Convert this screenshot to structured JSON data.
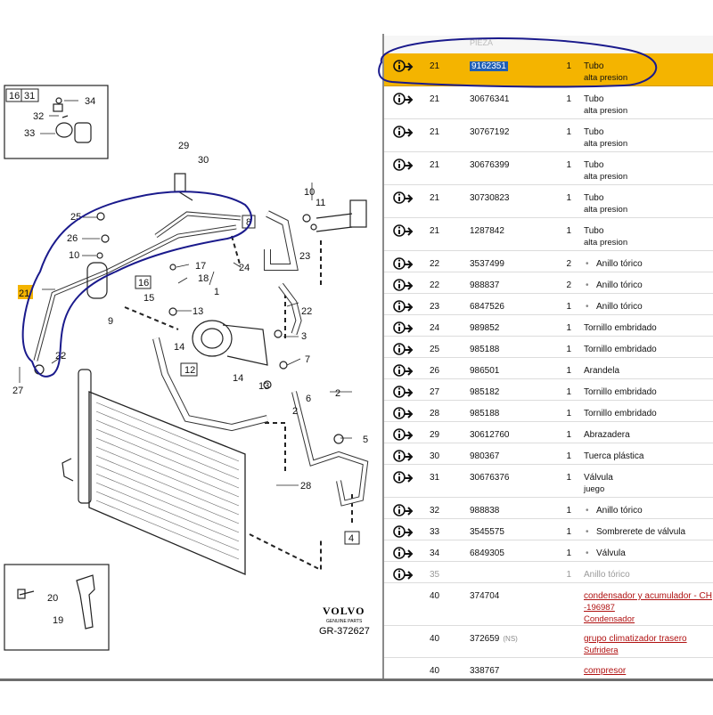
{
  "diagram": {
    "callouts": [
      "1",
      "2",
      "2",
      "3",
      "4",
      "5",
      "6",
      "7",
      "8",
      "9",
      "10",
      "10",
      "11",
      "12",
      "13",
      "13",
      "14",
      "14",
      "15",
      "16",
      "16",
      "17",
      "18",
      "19",
      "20",
      "21",
      "22",
      "22",
      "23",
      "24",
      "25",
      "26",
      "27",
      "28",
      "29",
      "30",
      "31",
      "32",
      "33",
      "34"
    ],
    "brand": "VOLVO",
    "brand_sub": "GENUINE PARTS",
    "ref_code": "GR-372627"
  },
  "parts_header": "PIEZA",
  "rows": [
    {
      "ref": "21",
      "part": "9162351",
      "qty": "1",
      "desc": "Tubo",
      "sub": "alta presion",
      "selected": true,
      "highlight_part": true
    },
    {
      "ref": "21",
      "part": "30676341",
      "qty": "1",
      "desc": "Tubo",
      "sub": "alta presion"
    },
    {
      "ref": "21",
      "part": "30767192",
      "qty": "1",
      "desc": "Tubo",
      "sub": "alta presion"
    },
    {
      "ref": "21",
      "part": "30676399",
      "qty": "1",
      "desc": "Tubo",
      "sub": "alta presion"
    },
    {
      "ref": "21",
      "part": "30730823",
      "qty": "1",
      "desc": "Tubo",
      "sub": "alta presion"
    },
    {
      "ref": "21",
      "part": "1287842",
      "qty": "1",
      "desc": "Tubo",
      "sub": "alta presion"
    },
    {
      "ref": "22",
      "part": "3537499",
      "qty": "2",
      "desc": "Anillo tórico",
      "indent": true
    },
    {
      "ref": "22",
      "part": "988837",
      "qty": "2",
      "desc": "Anillo tórico",
      "indent": true
    },
    {
      "ref": "23",
      "part": "6847526",
      "qty": "1",
      "desc": "Anillo tórico",
      "indent": true
    },
    {
      "ref": "24",
      "part": "989852",
      "qty": "1",
      "desc": "Tornillo embridado"
    },
    {
      "ref": "25",
      "part": "985188",
      "qty": "1",
      "desc": "Tornillo embridado"
    },
    {
      "ref": "26",
      "part": "986501",
      "qty": "1",
      "desc": "Arandela"
    },
    {
      "ref": "27",
      "part": "985182",
      "qty": "1",
      "desc": "Tornillo embridado"
    },
    {
      "ref": "28",
      "part": "985188",
      "qty": "1",
      "desc": "Tornillo embridado"
    },
    {
      "ref": "29",
      "part": "30612760",
      "qty": "1",
      "desc": "Abrazadera"
    },
    {
      "ref": "30",
      "part": "980367",
      "qty": "1",
      "desc": "Tuerca plástica"
    },
    {
      "ref": "31",
      "part": "30676376",
      "qty": "1",
      "desc": "Válvula",
      "sub": "juego"
    },
    {
      "ref": "32",
      "part": "988838",
      "qty": "1",
      "desc": "Anillo tórico",
      "indent": true
    },
    {
      "ref": "33",
      "part": "3545575",
      "qty": "1",
      "desc": "Sombrerete de válvula",
      "indent": true
    },
    {
      "ref": "34",
      "part": "6849305",
      "qty": "1",
      "desc": "Válvula",
      "indent": true
    },
    {
      "ref": "35",
      "part": "",
      "qty": "1",
      "desc": "Anillo tórico",
      "grey": true
    },
    {
      "ref": "40",
      "part": "374704",
      "qty": "",
      "desc": "condensador y acumulador - CH",
      "sub": "-196987",
      "sub2": "Condensador",
      "link": true,
      "noicon": true
    },
    {
      "ref": "40",
      "part": "372659",
      "ns": "(NS)",
      "qty": "",
      "desc": "grupo climatizador trasero",
      "sub": "Sufridera",
      "link": true,
      "noicon": true
    },
    {
      "ref": "40",
      "part": "338767",
      "qty": "",
      "desc": "compresor",
      "link": true,
      "noicon": true
    }
  ],
  "colors": {
    "selected_row": "#f4b400",
    "annotation": "#1a1a8c",
    "link": "#b01111",
    "part_highlight": "#1f5fb5"
  }
}
